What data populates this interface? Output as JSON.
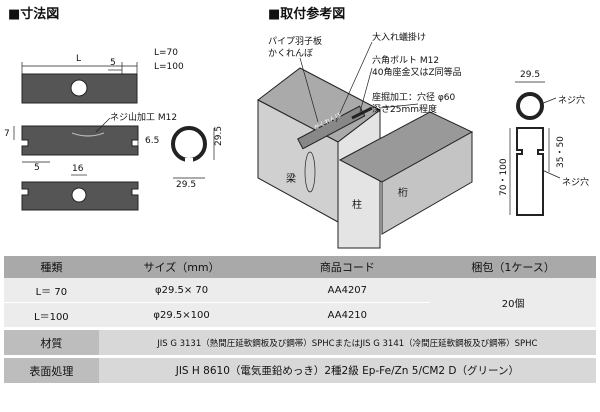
{
  "headings": {
    "dimensions": "■寸法図",
    "mounting": "■取付参考図"
  },
  "dimension_labels": {
    "L": "L",
    "five_top": "5",
    "l70": "L=70",
    "l100": "L=100",
    "thread": "ネジ山加工 M12",
    "seven": "7",
    "five_bottom": "5",
    "six_five": "6.5",
    "twenty_nine_five_v": "29.5",
    "sixteen": "16",
    "twenty_nine_five_h": "29.5"
  },
  "mounting_labels": {
    "pipe": "パイプ羽子板",
    "kakurenbo": "かくれんぼ",
    "ohire": "大入れ蟻掛け",
    "bolt": "六角ボルト M12",
    "washer": "40角座金又はZ同等品",
    "counterbore": "座掘加工：穴径 φ60",
    "depth": "深さ25mm程度",
    "beam": "梁",
    "column": "柱",
    "girder": "桁",
    "product_mark": "かくれんぼ"
  },
  "side_labels": {
    "top_dim": "29.5",
    "screw_hole_top": "ネジ穴",
    "len": "70・100",
    "mid": "35・50",
    "screw_hole_bottom": "ネジ穴"
  },
  "table": {
    "headers": [
      "種類",
      "サイズ（mm）",
      "商品コード",
      "梱包（1ケース）"
    ],
    "rows": [
      {
        "type": "L＝ 70",
        "size": "φ29.5× 70",
        "code": "AA4207"
      },
      {
        "type": "L＝100",
        "size": "φ29.5×100",
        "code": "AA4210"
      }
    ],
    "packing": "20個",
    "material_label": "材質",
    "material": "JIS G 3131（熱間圧延軟鋼板及び鋼帯）SPHCまたはJIS G 3141（冷間圧延軟鋼板及び鋼帯）SPHC",
    "finish_label": "表面処理",
    "finish": "JIS H 8610（電気亜鉛めっき）2種2級 Ep-Fe/Zn 5/CM2 D（グリーン）"
  }
}
